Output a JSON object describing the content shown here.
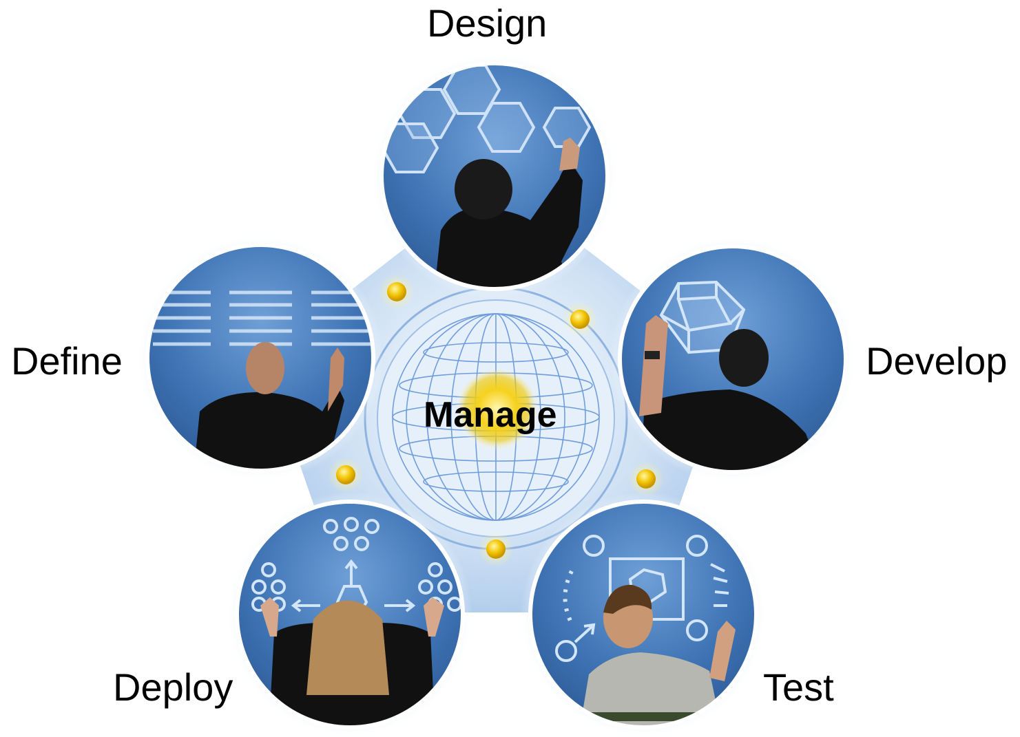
{
  "center": {
    "label": "Manage",
    "icon": "globe-icon"
  },
  "stages": [
    {
      "key": "design",
      "label": "Design",
      "icon": "hexagon-grid-icon"
    },
    {
      "key": "develop",
      "label": "Develop",
      "icon": "3d-cube-icon"
    },
    {
      "key": "test",
      "label": "Test",
      "icon": "diagram-test-icon"
    },
    {
      "key": "deploy",
      "label": "Deploy",
      "icon": "distribution-icon"
    },
    {
      "key": "define",
      "label": "Define",
      "icon": "lines-list-icon"
    }
  ],
  "colors": {
    "circle_blue": "#3f74b5",
    "circle_dark": "#2c5a96",
    "glow": "#d9e8f7",
    "gold": "#f2c200",
    "ink": "#000000"
  }
}
